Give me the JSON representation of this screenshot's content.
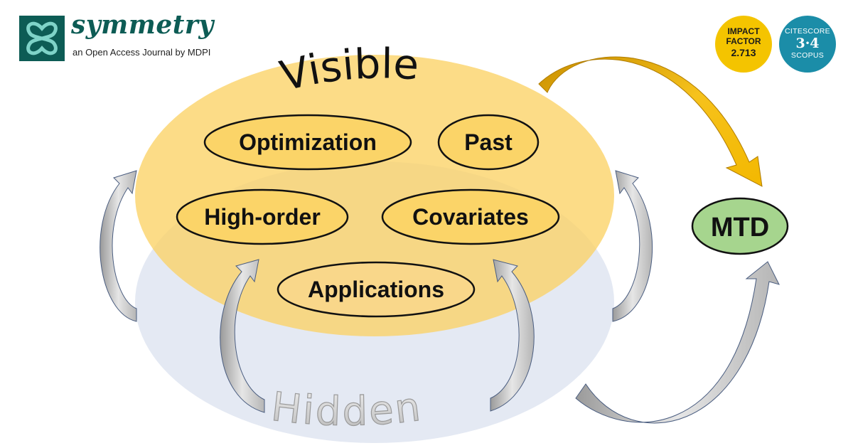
{
  "header": {
    "journal_name": "symmetry",
    "journal_tagline": "an Open Access Journal by MDPI",
    "logo_icon": "symmetry-logo-icon",
    "impact_factor": {
      "line1": "IMPACT",
      "line2": "FACTOR",
      "value": "2.713",
      "color": "#f4c400"
    },
    "citescore": {
      "line1": "CITESCORE",
      "value": "3·4",
      "line3": "SCOPUS",
      "color": "#1b8da8"
    }
  },
  "diagram": {
    "visible_label": "Visible",
    "hidden_label": "Hidden",
    "visible_color": "#fbd76a",
    "hidden_color": "#dce3f0",
    "topics": [
      {
        "key": "optimization",
        "label": "Optimization"
      },
      {
        "key": "past",
        "label": "Past"
      },
      {
        "key": "high-order",
        "label": "High-order"
      },
      {
        "key": "covariates",
        "label": "Covariates"
      },
      {
        "key": "applications",
        "label": "Applications"
      }
    ],
    "target": {
      "label": "MTD",
      "color": "#a6d58e"
    }
  }
}
